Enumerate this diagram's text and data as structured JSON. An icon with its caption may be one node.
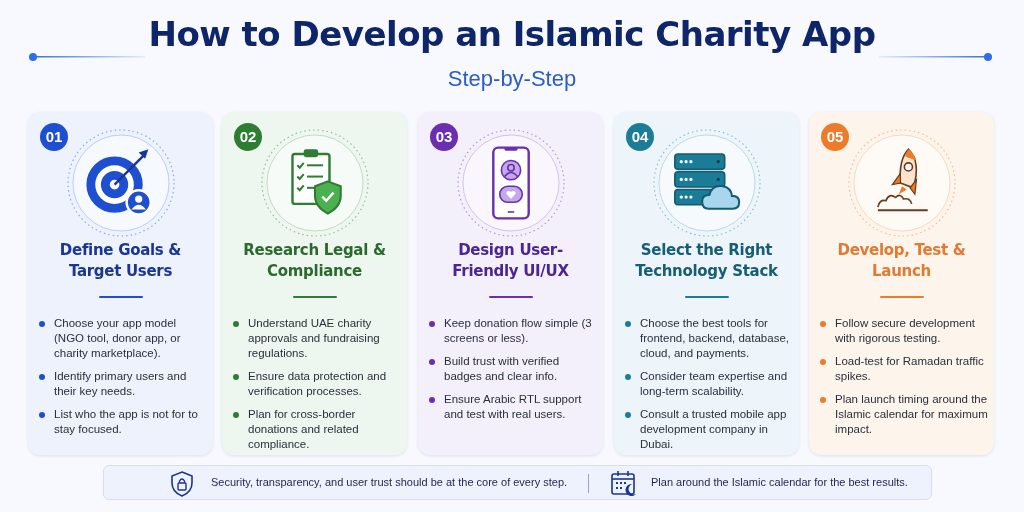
{
  "diagram": {
    "title": "How to Develop an Islamic Charity App",
    "nodes": [
      {
        "text": [
          "01",
          "Define Goals & Target Users",
          "Choose your app model (NGO tool, donor app, or charity marketplace).",
          "Identify primary users and their key needs.",
          "List who the app is not for to stay focused."
        ]
      },
      {
        "text": [
          "02",
          "Research Legal & Compliance",
          "Understand UAE charity approvals and fundraising regulations.",
          "Ensure data protection and verification processes.",
          "Plan for cross-border donations and related compliance."
        ]
      },
      {
        "text": [
          "03",
          "Design User-Friendly UI/UX",
          "Keep donation flow simple (3 screens or less).",
          "Build trust with verified badges and clear info.",
          "Ensure Arabic RTL support and test with real users."
        ]
      },
      {
        "text": [
          "04",
          "Select the Right Technology Stack",
          "Choose the best tools for frontend, backend, database, cloud, and payments.",
          "Consider team expertise and long-term scalability.",
          "Consult a trusted mobile app development company in Dubai."
        ]
      },
      {
        "text": [
          "05",
          "Develop, Test & Launch",
          "Follow secure development with rigorous testing.",
          "Load-test for Ramadan traffic spikes.",
          "Plan launch timing around the Islamic calendar for maximum impact."
        ]
      },
      {
        "text": [
          "Security, transparency, and user trust should be at the core of every step.",
          "Plan around the Islamic calendar for the best results."
        ]
      }
    ],
    "labels": [
      "Step-by-Step"
    ]
  }
}
